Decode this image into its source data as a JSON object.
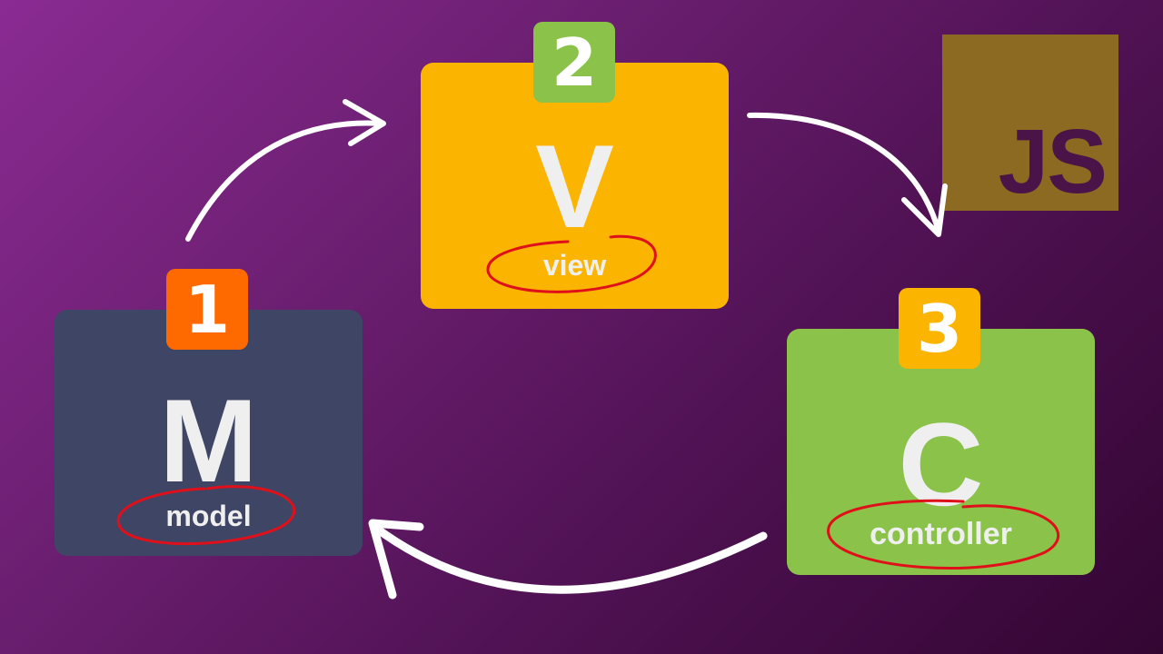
{
  "model": {
    "number": "1",
    "letter": "M",
    "word": "model"
  },
  "view": {
    "number": "2",
    "letter": "V",
    "word": "view"
  },
  "controller": {
    "number": "3",
    "letter": "C",
    "word": "controller"
  },
  "logo": {
    "text": "JS"
  },
  "colors": {
    "model_card": "#3e4565",
    "view_card": "#fbb400",
    "controller_card": "#8bc34a",
    "badge_1": "#ff6a00",
    "badge_2": "#8bc34a",
    "badge_3": "#fbb400",
    "js_logo": "#8c6a21",
    "arrows": "#ffffff",
    "circle_marks": "#e0101a"
  }
}
